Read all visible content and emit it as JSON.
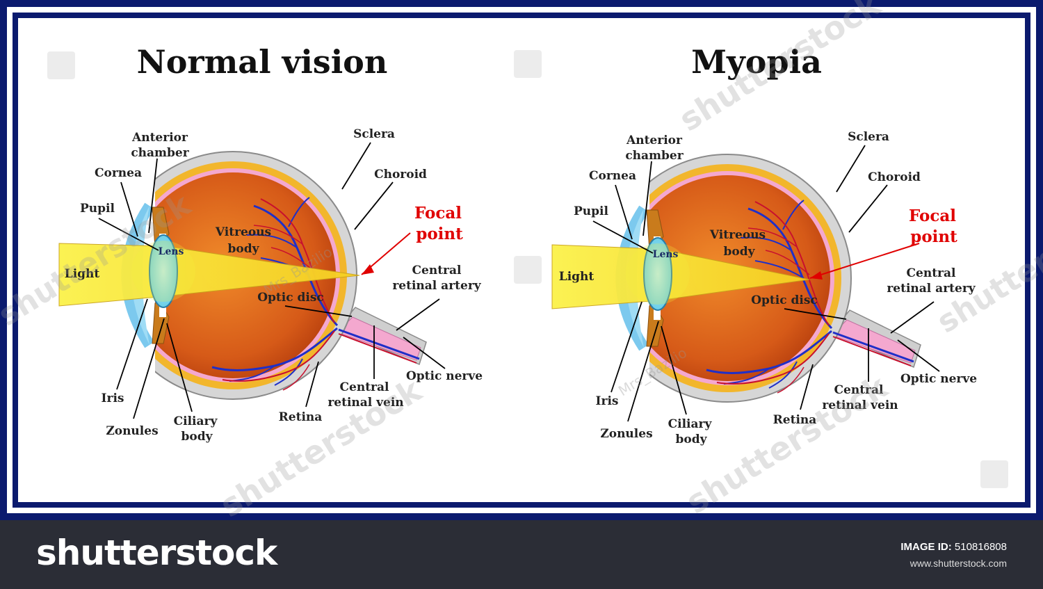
{
  "panels": [
    {
      "title": "Normal vision",
      "labels": {
        "anterior_chamber_1": "Anterior",
        "anterior_chamber_2": "chamber",
        "cornea": "Cornea",
        "pupil": "Pupil",
        "lens": "Lens",
        "light": "Light",
        "vitreous_1": "Vitreous",
        "vitreous_2": "body",
        "sclera": "Sclera",
        "choroid": "Choroid",
        "focal_1": "Focal",
        "focal_2": "point",
        "artery_1": "Central",
        "artery_2": "retinal artery",
        "optic_disc": "Optic disc",
        "optic_nerve": "Optic nerve",
        "vein_1": "Central",
        "vein_2": "retinal vein",
        "retina": "Retina",
        "ciliary_1": "Ciliary",
        "ciliary_2": "body",
        "zonules": "Zonules",
        "iris": "Iris"
      }
    },
    {
      "title": "Myopia",
      "labels": {
        "anterior_chamber_1": "Anterior",
        "anterior_chamber_2": "chamber",
        "cornea": "Cornea",
        "pupil": "Pupil",
        "lens": "Lens",
        "light": "Light",
        "vitreous_1": "Vitreous",
        "vitreous_2": "body",
        "sclera": "Sclera",
        "choroid": "Choroid",
        "focal_1": "Focal",
        "focal_2": "point",
        "artery_1": "Central",
        "artery_2": "retinal artery",
        "optic_disc": "Optic disc",
        "optic_nerve": "Optic nerve",
        "vein_1": "Central",
        "vein_2": "retinal vein",
        "retina": "Retina",
        "ciliary_1": "Ciliary",
        "ciliary_2": "body",
        "zonules": "Zonules",
        "iris": "Iris"
      }
    }
  ],
  "watermark": {
    "brand": "shutterstock",
    "author": "Mrs_Bazilio"
  },
  "footer": {
    "brand": "shutterstock",
    "image_id_label": "IMAGE ID:",
    "image_id": "510816808",
    "site": "www.shutterstock.com"
  },
  "colors": {
    "frame": "#0b1a6e",
    "sclera": "#cfcfcf",
    "choroid": "#f2b62c",
    "retina": "#f4a8cf",
    "vitreous": "#d2561a",
    "light": "#fbf24a",
    "lens": "#7fd8ee",
    "vessel_blue": "#1f2fc8",
    "vessel_red": "#c8102e",
    "focal_text": "#e00000"
  }
}
